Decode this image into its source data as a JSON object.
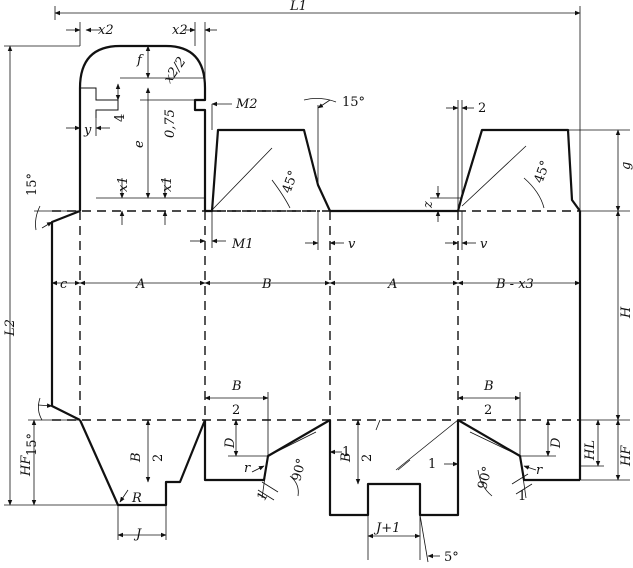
{
  "labels": {
    "L1": "L1",
    "L2": "L2",
    "x2_left": "x2",
    "x2_right": "x2",
    "f": "f",
    "x22": "x2/2",
    "four": "4",
    "y": "y",
    "e": "e",
    "zero75": "0,75",
    "M2": "M2",
    "M1": "M1",
    "x1_left": "x1",
    "x1_right": "x1",
    "deg15_top": "15°",
    "deg15_left_top": "15°",
    "deg15_left_bottom": "15°",
    "deg45_a": "45°",
    "deg45_b": "45°",
    "two_top": "2",
    "g": "g",
    "z": "z",
    "v1": "v",
    "v2": "v",
    "c": "c",
    "A1": "A",
    "B1": "B",
    "A2": "A",
    "B_x3": "B - x3",
    "H": "H",
    "HF_left": "HF",
    "HF_right": "HF",
    "HL": "HL",
    "B2_left": "B",
    "B2_left_den": "2",
    "B2_right": "B",
    "B2_right_den": "2",
    "B2_center": "B",
    "B2_center_den": "2",
    "B2_bottom": "B",
    "B2_bottom_den": "2",
    "D_left": "D",
    "D_right": "D",
    "r_left": "r",
    "r_right": "r",
    "one_a": "1",
    "one_b": "1",
    "one_c": "1",
    "one_d": "1",
    "deg90_left": "90°",
    "deg90_right": "90°",
    "R": "R",
    "J": "J",
    "J1": "J+1",
    "deg5": "5°"
  }
}
